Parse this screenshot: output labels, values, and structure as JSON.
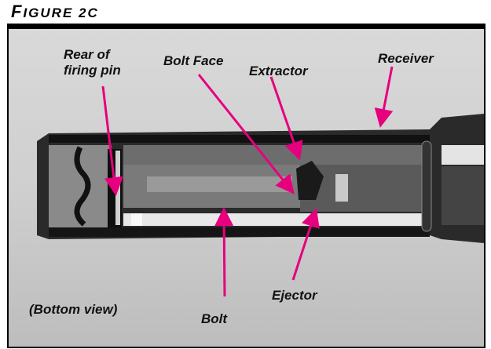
{
  "figure": {
    "title_main": "F",
    "title_rest": "IGURE 2",
    "title_suffix": "C",
    "full_title": "FIGURE 2C",
    "view_note": "(Bottom view)"
  },
  "labels": {
    "rear_firing_pin_line1": "Rear of",
    "rear_firing_pin_line2": "firing pin",
    "bolt_face": "Bolt Face",
    "extractor": "Extractor",
    "receiver": "Receiver",
    "bolt": "Bolt",
    "ejector": "Ejector"
  },
  "colors": {
    "arrow": "#e6007e",
    "frame": "#000000",
    "photo_bg": "#cfcfcf"
  }
}
